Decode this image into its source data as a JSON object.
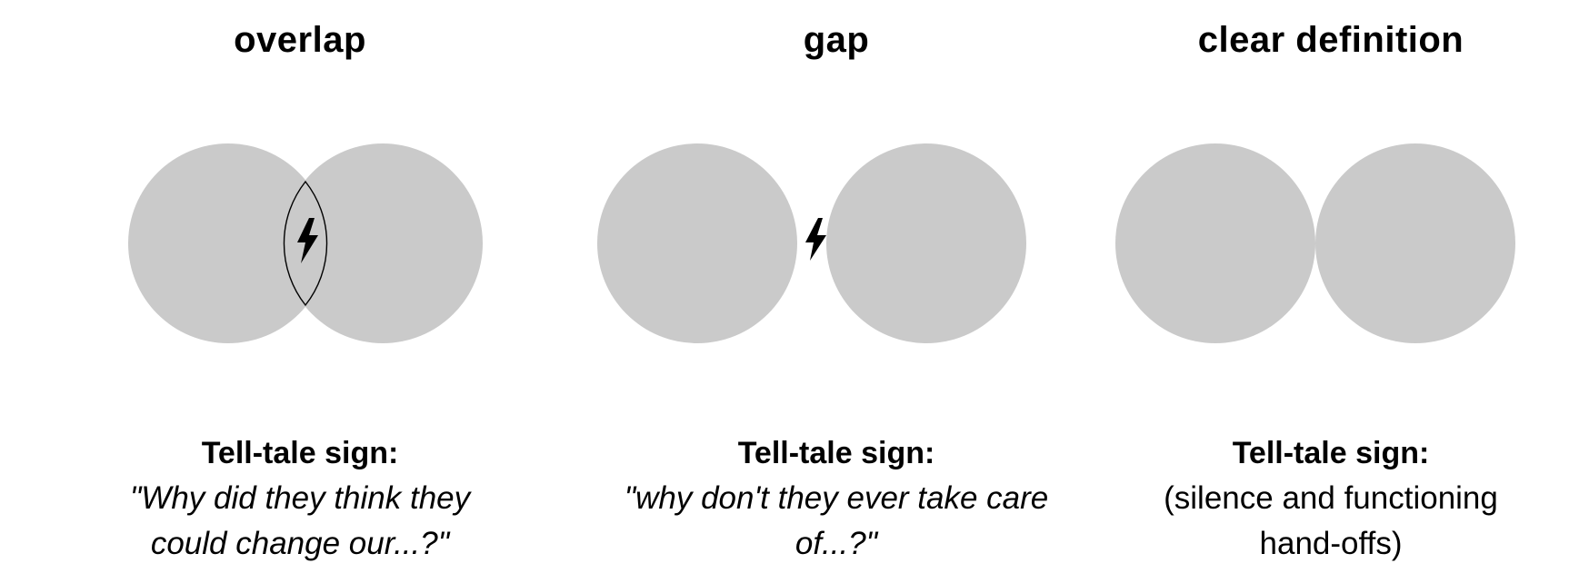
{
  "panels": {
    "overlap": {
      "title": "overlap",
      "sign_heading": "Tell-tale sign:",
      "sign_body": "\"Why did they think they could change our...?\""
    },
    "gap": {
      "title": "gap",
      "sign_heading": "Tell-tale sign:",
      "sign_body": "\"why don't they ever take care of...?\""
    },
    "clear_definition": {
      "title": "clear definition",
      "sign_heading": "Tell-tale sign:",
      "sign_body": "(silence and functioning hand-offs)"
    }
  },
  "colors": {
    "circle_fill": "#cacaca",
    "stroke": "#000000",
    "background": "#ffffff"
  },
  "icons": [
    "lightning-bolt-icon"
  ]
}
